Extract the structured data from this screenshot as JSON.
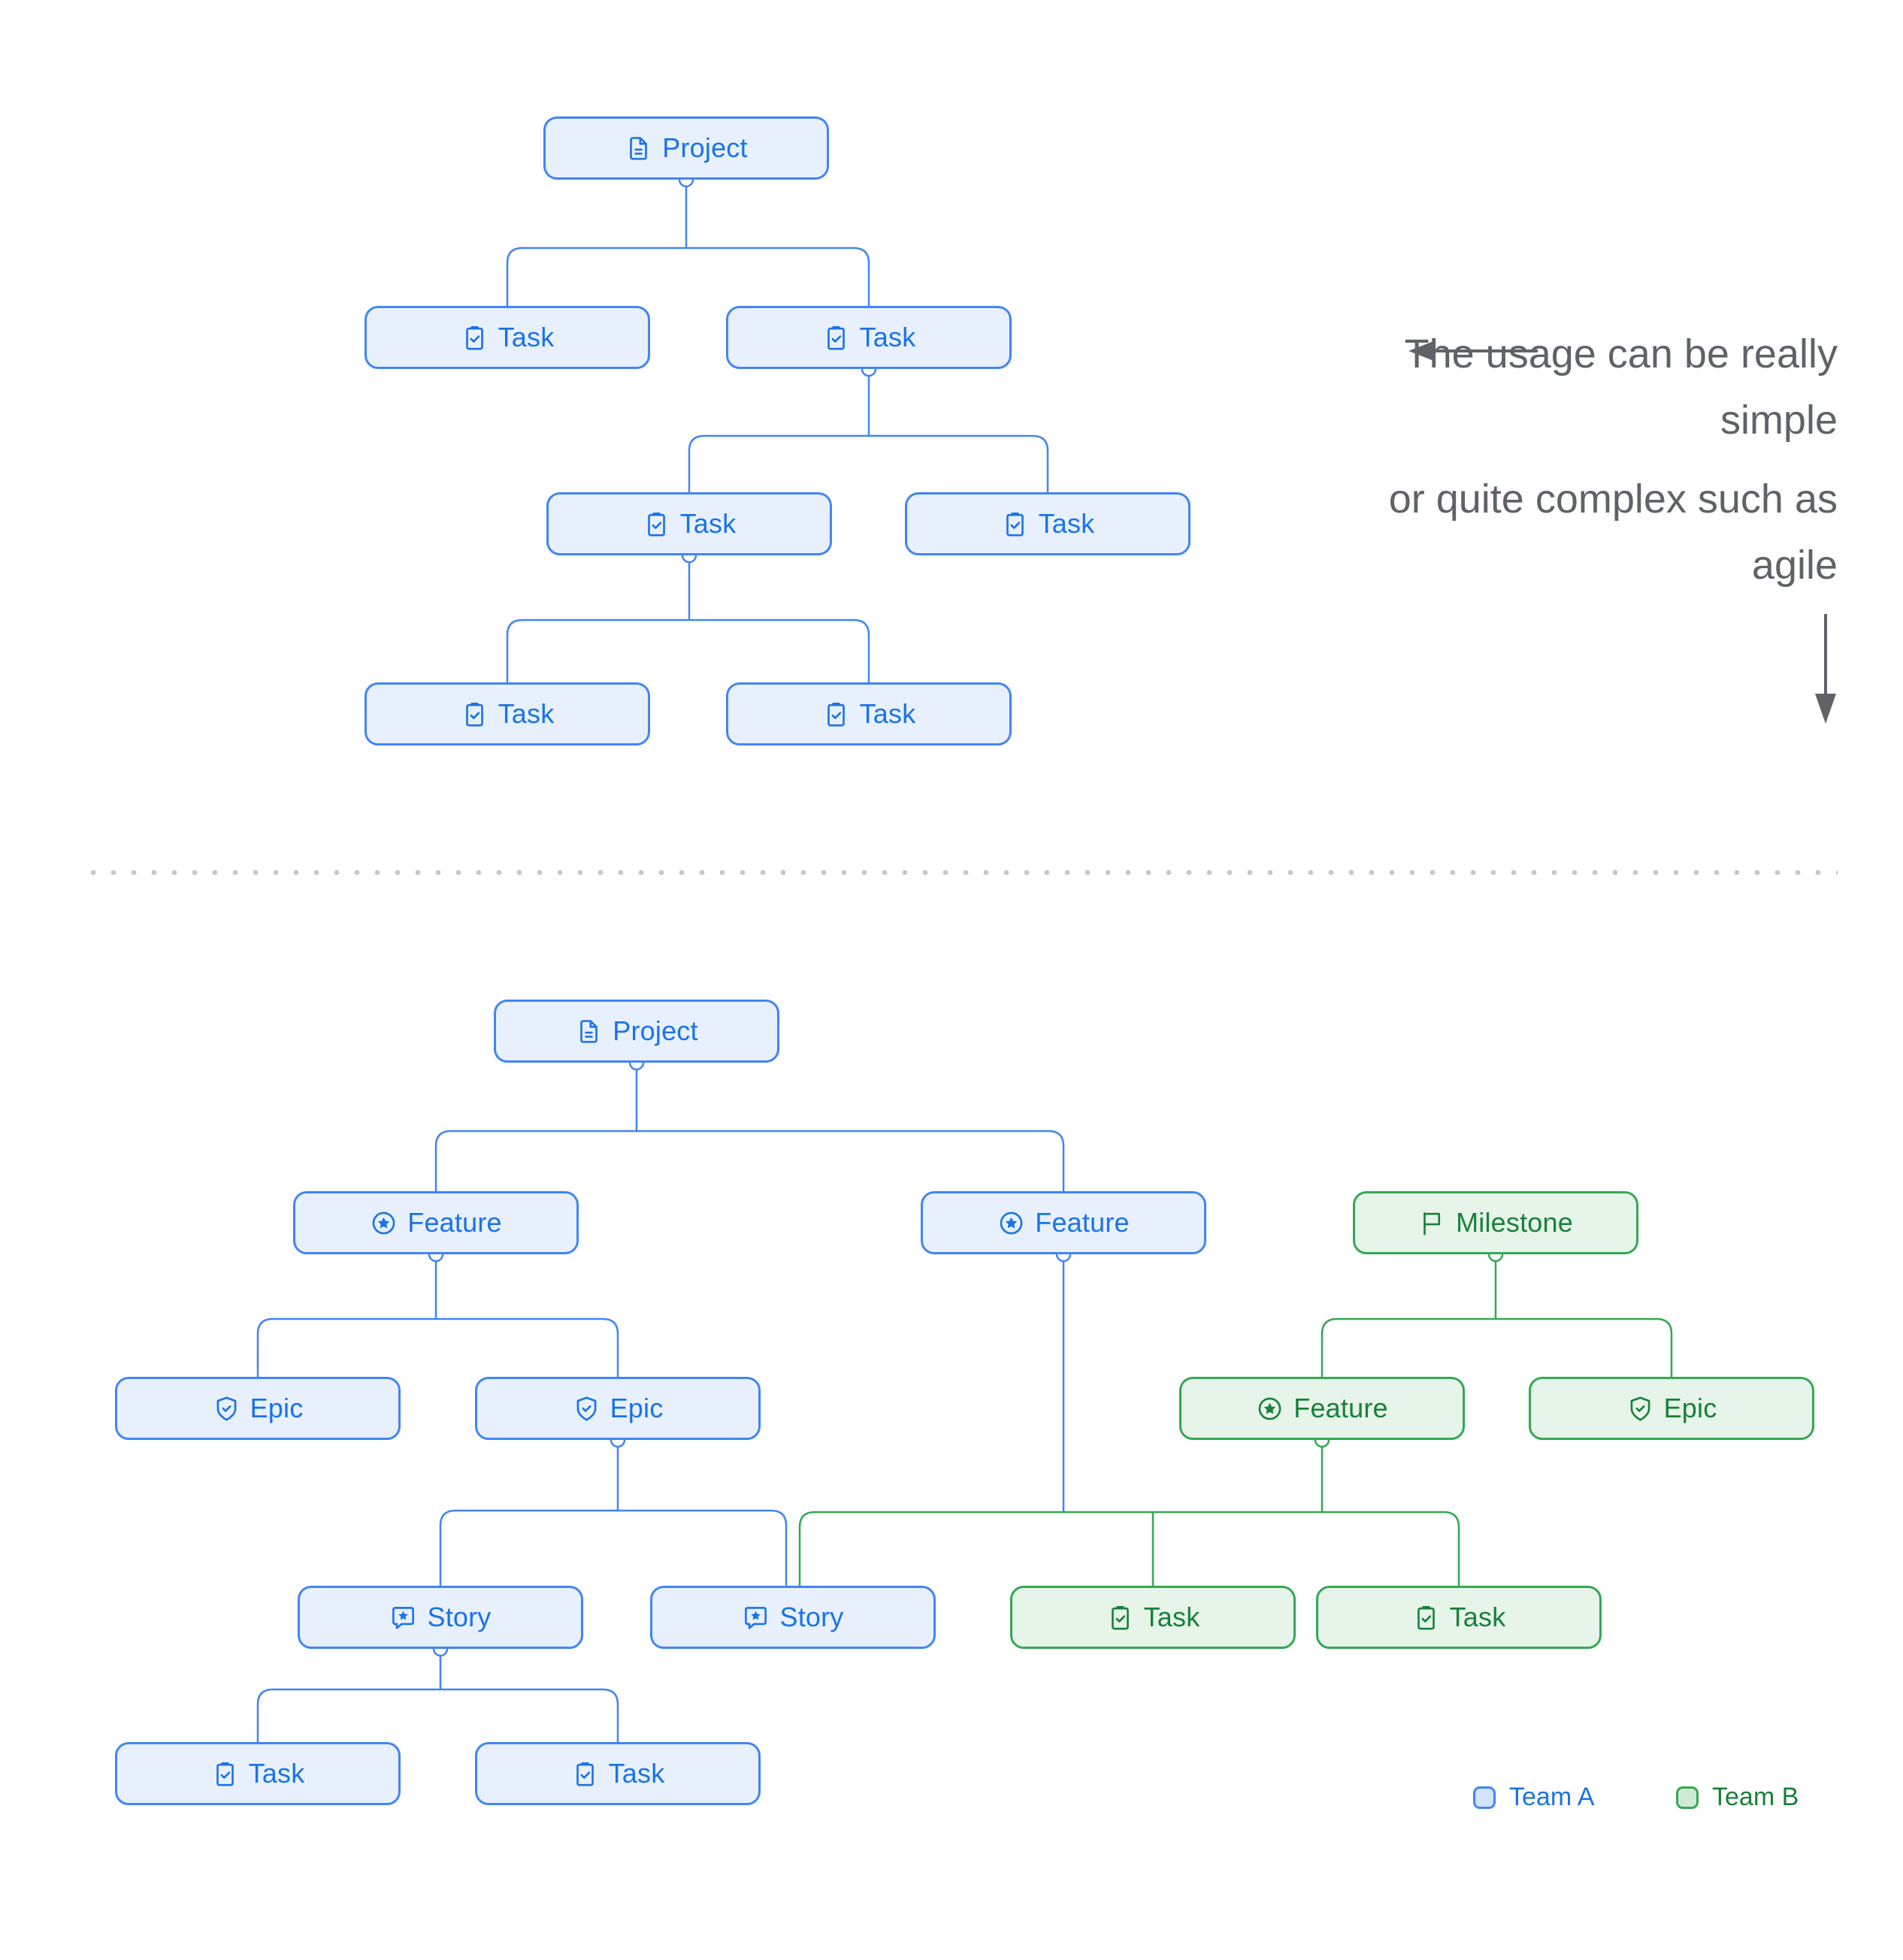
{
  "annotation": {
    "note1": "The usage can be really simple",
    "note2": "or quite complex such as agile"
  },
  "legend": {
    "teamA": {
      "label": "Team A",
      "border": "#4285f4",
      "fill": "#d2e3fc",
      "text": "#1a73e8"
    },
    "teamB": {
      "label": "Team B",
      "border": "#34a853",
      "fill": "#ceead6",
      "text": "#188038"
    }
  },
  "colors": {
    "blue_line": "#4285f4",
    "blue_text": "#1a73e8",
    "blue_fill": "#e8f0fe",
    "green_line": "#34a853",
    "green_text": "#188038",
    "green_fill": "#e6f4ea",
    "annotation_gray": "#5f6368",
    "divider_dot": "#c4c7cc"
  },
  "simple_tree": {
    "nodes": [
      {
        "id": "p",
        "label": "Project",
        "type": "project",
        "team": "A"
      },
      {
        "id": "t1",
        "label": "Task",
        "type": "task",
        "team": "A"
      },
      {
        "id": "t2",
        "label": "Task",
        "type": "task",
        "team": "A"
      },
      {
        "id": "t3",
        "label": "Task",
        "type": "task",
        "team": "A"
      },
      {
        "id": "t4",
        "label": "Task",
        "type": "task",
        "team": "A"
      },
      {
        "id": "t5",
        "label": "Task",
        "type": "task",
        "team": "A"
      },
      {
        "id": "t6",
        "label": "Task",
        "type": "task",
        "team": "A"
      }
    ],
    "edges": [
      {
        "parent": "p",
        "children": [
          "t1",
          "t2"
        ]
      },
      {
        "parent": "t2",
        "children": [
          "t3",
          "t4"
        ]
      },
      {
        "parent": "t3",
        "children": [
          "t5",
          "t6"
        ]
      }
    ]
  },
  "complex_tree": {
    "nodes": [
      {
        "id": "p",
        "label": "Project",
        "type": "project",
        "team": "A"
      },
      {
        "id": "f1",
        "label": "Feature",
        "type": "feature",
        "team": "A"
      },
      {
        "id": "f2",
        "label": "Feature",
        "type": "feature",
        "team": "A"
      },
      {
        "id": "m",
        "label": "Milestone",
        "type": "milestone",
        "team": "B"
      },
      {
        "id": "e1",
        "label": "Epic",
        "type": "epic",
        "team": "A"
      },
      {
        "id": "e2",
        "label": "Epic",
        "type": "epic",
        "team": "A"
      },
      {
        "id": "gf",
        "label": "Feature",
        "type": "feature",
        "team": "B"
      },
      {
        "id": "ge",
        "label": "Epic",
        "type": "epic",
        "team": "B"
      },
      {
        "id": "s1",
        "label": "Story",
        "type": "story",
        "team": "A"
      },
      {
        "id": "s2",
        "label": "Story",
        "type": "story",
        "team": "A"
      },
      {
        "id": "gt1",
        "label": "Task",
        "type": "task",
        "team": "B"
      },
      {
        "id": "gt2",
        "label": "Task",
        "type": "task",
        "team": "B"
      },
      {
        "id": "bt1",
        "label": "Task",
        "type": "task",
        "team": "A"
      },
      {
        "id": "bt2",
        "label": "Task",
        "type": "task",
        "team": "A"
      }
    ],
    "edges": [
      {
        "parent": "p",
        "children": [
          "f1",
          "f2"
        ]
      },
      {
        "parent": "f1",
        "children": [
          "e1",
          "e2"
        ]
      },
      {
        "parent": "e2",
        "children": [
          "s1",
          "s2"
        ]
      },
      {
        "parents": [
          "f2",
          "gf"
        ],
        "children": [
          "s2",
          "gt1",
          "gt2"
        ]
      },
      {
        "parent": "m",
        "children": [
          "gf",
          "ge"
        ]
      },
      {
        "parent": "s1",
        "children": [
          "bt1",
          "bt2"
        ]
      }
    ]
  }
}
